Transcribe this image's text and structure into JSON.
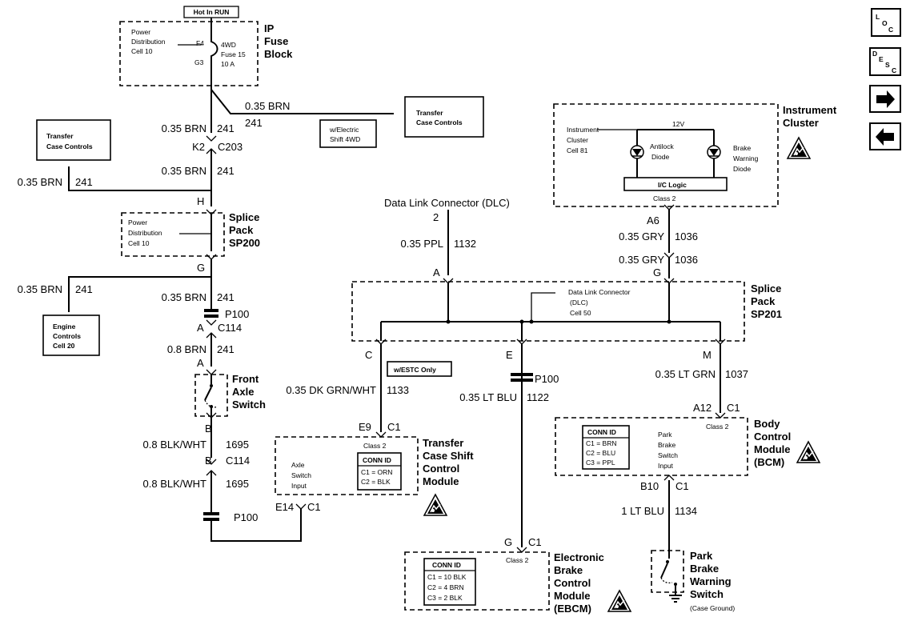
{
  "ip_fuse_block": {
    "hot_label": "Hot In RUN",
    "title": [
      "IP",
      "Fuse",
      "Block"
    ],
    "power_dist": [
      "Power",
      "Distribution",
      "Cell 10"
    ],
    "fuse_pins": [
      "F4",
      "G3"
    ],
    "fuse_name": [
      "4WD",
      "Fuse 15",
      "10 A"
    ]
  },
  "wires": {
    "w241a": {
      "size": "0.35 BRN",
      "circuit": "241"
    },
    "w241_transfer": {
      "size": "0.35 BRN",
      "circuit": "241"
    },
    "w241b": {
      "size": "0.35 BRN",
      "circuit": "241"
    },
    "w241_left1": {
      "size": "0.35 BRN",
      "circuit": "241"
    },
    "w241_left2": {
      "size": "0.35 BRN",
      "circuit": "241"
    },
    "w241c": {
      "size": "0.35 BRN",
      "circuit": "241"
    },
    "w241d": {
      "size": "0.8 BRN",
      "circuit": "241"
    },
    "w1695a": {
      "size": "0.8 BLK/WHT",
      "circuit": "1695"
    },
    "w1695b": {
      "size": "0.8 BLK/WHT",
      "circuit": "1695"
    },
    "w1132": {
      "size": "0.35 PPL",
      "circuit": "1132"
    },
    "w1036a": {
      "size": "0.35 GRY",
      "circuit": "1036"
    },
    "w1036b": {
      "size": "0.35 GRY",
      "circuit": "1036"
    },
    "w1133": {
      "size": "0.35 DK GRN/WHT",
      "circuit": "1133"
    },
    "w1122": {
      "size": "0.35 LT BLU",
      "circuit": "1122"
    },
    "w1037": {
      "size": "0.35 LT GRN",
      "circuit": "1037"
    },
    "w1134": {
      "size": "1 LT BLU",
      "circuit": "1134"
    }
  },
  "connectors": {
    "k2": "K2",
    "c203": "C203",
    "h": "H",
    "g_sp200": "G",
    "p100_a": "P100",
    "a_c114": "A",
    "c114_a": "C114",
    "a_switch": "A",
    "b_switch": "B",
    "b_c114": "B",
    "c114_b": "C114",
    "p100_b": "P100",
    "e14": "E14",
    "c1_e14": "C1",
    "e9": "E9",
    "c1_e9": "C1",
    "dlc_pin": "2",
    "a_sp201": "A",
    "a6": "A6",
    "g_sp201": "G",
    "c_sp201": "C",
    "e_sp201": "E",
    "m_sp201": "M",
    "p100_c": "P100",
    "a12": "A12",
    "c1_a12": "C1",
    "b10": "B10",
    "c1_b10": "C1",
    "g_ebcm": "G",
    "c1_ebcm": "C1"
  },
  "components": {
    "transfer_case_controls_right": [
      "Transfer",
      "Case Controls"
    ],
    "w_electric": [
      "w/Electric",
      "Shift 4WD"
    ],
    "transfer_case_controls_left": [
      "Transfer",
      "Case Controls"
    ],
    "engine_controls": [
      "Engine",
      "Controls",
      "Cell 20"
    ],
    "sp200_title": [
      "Splice",
      "Pack",
      "SP200"
    ],
    "sp200_power_dist": [
      "Power",
      "Distribution",
      "Cell 10"
    ],
    "front_axle_switch": [
      "Front",
      "Axle",
      "Switch"
    ],
    "dlc_title": "Data Link Connector (DLC)",
    "sp201_title": [
      "Splice",
      "Pack",
      "SP201"
    ],
    "sp201_dlc_ref": [
      "Data Link Connector",
      "(DLC)",
      "Cell 50"
    ],
    "w_estc": "w/ESTC Only",
    "tcscm_title": [
      "Transfer",
      "Case Shift",
      "Control",
      "Module"
    ],
    "tcscm_class2": "Class 2",
    "tcscm_input": [
      "Axle",
      "Switch",
      "Input"
    ],
    "tcscm_conn": {
      "header": "CONN ID",
      "rows": [
        "C1 = ORN",
        "C2 = BLK"
      ]
    },
    "ic_title": [
      "Instrument",
      "Cluster"
    ],
    "ic_ref": [
      "Instrument",
      "Cluster",
      "Cell 81"
    ],
    "ic_12v": "12V",
    "ic_antilock": [
      "Antilock",
      "Diode"
    ],
    "ic_brake_warn": [
      "Brake",
      "Warning",
      "Diode"
    ],
    "ic_logic": "I/C Logic",
    "ic_class2": "Class 2",
    "bcm_title": [
      "Body",
      "Control",
      "Module",
      "(BCM)"
    ],
    "bcm_class2": "Class 2",
    "bcm_input": [
      "Park",
      "Brake",
      "Switch",
      "Input"
    ],
    "bcm_conn": {
      "header": "CONN ID",
      "rows": [
        "C1 = BRN",
        "C2 = BLU",
        "C3 = PPL"
      ]
    },
    "ebcm_title": [
      "Electronic",
      "Brake",
      "Control",
      "Module",
      "(EBCM)"
    ],
    "ebcm_class2": "Class 2",
    "ebcm_conn": {
      "header": "CONN ID",
      "rows": [
        "C1 = 10 BLK",
        "C2 = 4 BRN",
        "C3 = 2 BLK"
      ]
    },
    "park_brake_switch": [
      "Park",
      "Brake",
      "Warning",
      "Switch"
    ],
    "case_ground": "(Case Ground)"
  },
  "nav": {
    "loc_button": "LOC",
    "desc_button": "DESC",
    "next_icon": "right-arrow-icon",
    "prev_icon": "left-arrow-icon"
  },
  "esd_icon": "esd-warning-icon"
}
